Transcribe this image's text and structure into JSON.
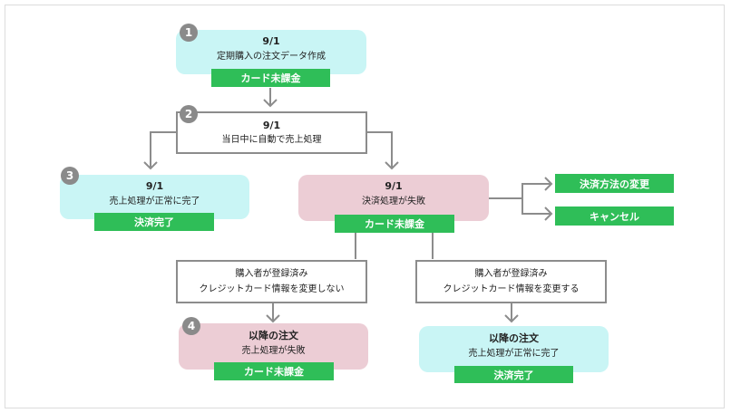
{
  "steps": [
    "1",
    "2",
    "3",
    "4"
  ],
  "nodes": {
    "order_create": {
      "date": "9/1",
      "text": "定期購入の注文データ作成",
      "badge": "カード未課金"
    },
    "auto_sales": {
      "date": "9/1",
      "text": "当日中に自動で売上処理"
    },
    "sales_ok": {
      "date": "9/1",
      "text": "売上処理が正常に完了",
      "badge": "決済完了"
    },
    "payment_fail": {
      "date": "9/1",
      "text": "決済処理が失敗",
      "badge": "カード未課金"
    },
    "action_change_method": "決済方法の変更",
    "action_cancel": "キャンセル",
    "cond_not_change": {
      "line1": "購入者が登録済み",
      "line2": "クレジットカード情報を変更しない"
    },
    "cond_change": {
      "line1": "購入者が登録済み",
      "line2": "クレジットカード情報を変更する"
    },
    "later_fail": {
      "title": "以降の注文",
      "text": "売上処理が失敗",
      "badge": "カード未課金"
    },
    "later_ok": {
      "title": "以降の注文",
      "text": "売上処理が正常に完了",
      "badge": "決済完了"
    }
  },
  "colors": {
    "success_box": "#c9f5f5",
    "failure_box": "#eccdd5",
    "badge": "#2fbe58",
    "connector": "#8c8c8c",
    "step_marker": "#8a8a8a"
  }
}
